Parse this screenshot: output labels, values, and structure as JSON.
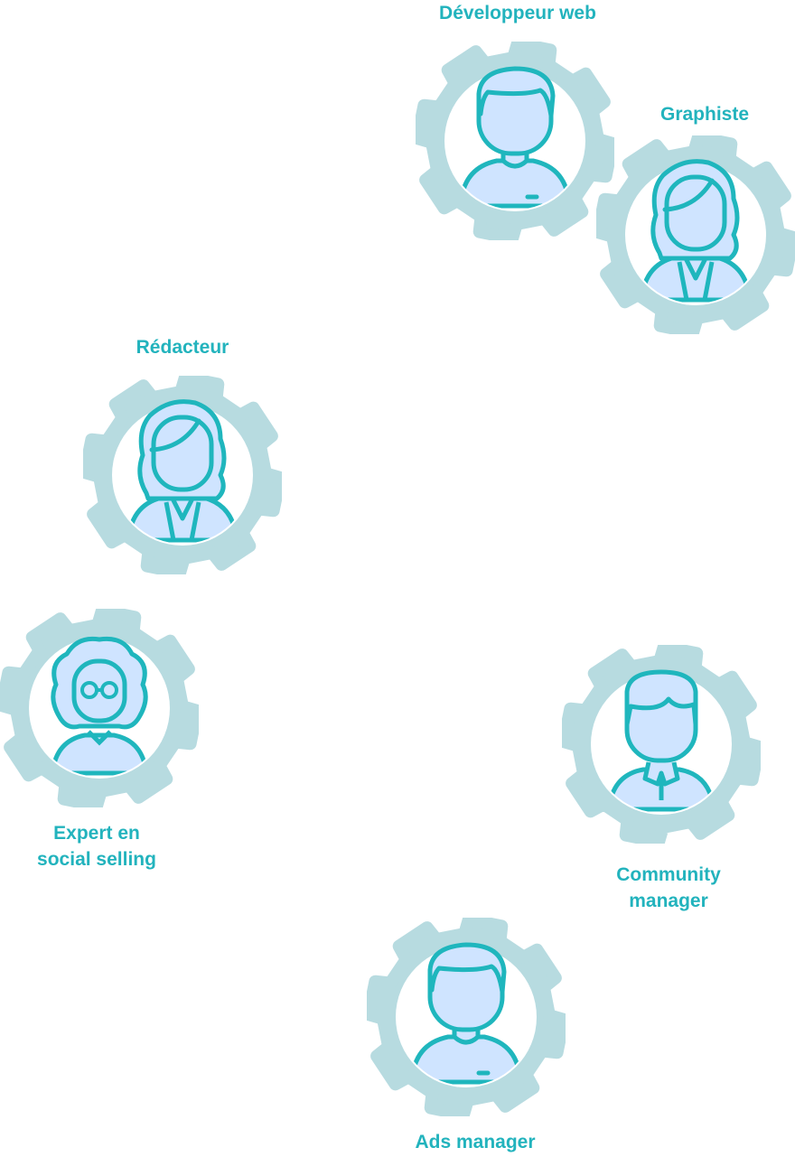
{
  "colors": {
    "accent_text": "#22b3bd",
    "gear": "#b7dbe0",
    "avatar_fill": "#cfe4ff",
    "avatar_stroke": "#1fb6bd"
  },
  "roles": [
    {
      "lines": [
        "Développeur web"
      ],
      "avatar": "male-short-hair-avatar-icon"
    },
    {
      "lines": [
        "Graphiste"
      ],
      "avatar": "female-long-hair-avatar-icon"
    },
    {
      "lines": [
        "Rédacteur"
      ],
      "avatar": "female-long-hair-avatar-icon"
    },
    {
      "lines": [
        "Expert en",
        "social selling"
      ],
      "avatar": "female-curly-hair-glasses-avatar-icon"
    },
    {
      "lines": [
        "Community",
        "manager"
      ],
      "avatar": "male-collared-shirt-avatar-icon"
    },
    {
      "lines": [
        "Ads manager"
      ],
      "avatar": "male-short-hair-avatar-icon"
    }
  ]
}
